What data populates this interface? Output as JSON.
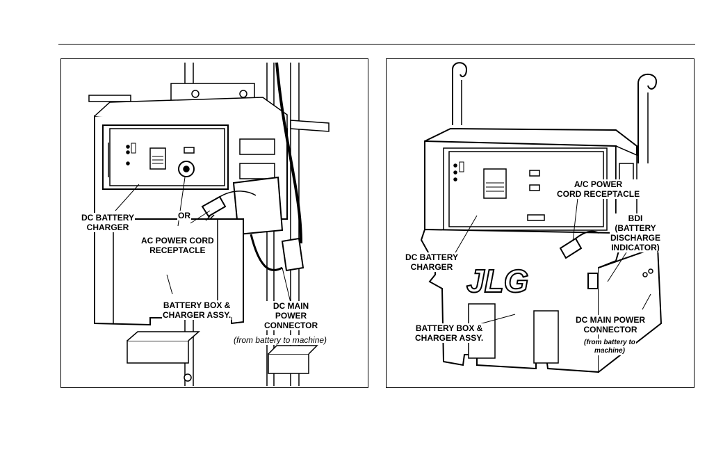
{
  "left_figure": {
    "dc_battery_charger": [
      "DC BATTERY",
      "CHARGER"
    ],
    "or": "OR",
    "ac_power_cord_receptacle": [
      "AC POWER CORD",
      "RECEPTACLE"
    ],
    "battery_box": [
      "BATTERY BOX &",
      "CHARGER ASSY."
    ],
    "dc_main_power_connector": [
      "DC MAIN",
      "POWER",
      "CONNECTOR"
    ],
    "from_battery_note": "(from battery to machine)"
  },
  "right_figure": {
    "ac_power_cord_receptacle": [
      "A/C POWER",
      "CORD RECEPTACLE"
    ],
    "bdi": [
      "BDI",
      "(BATTERY",
      "DISCHARGE",
      "INDICATOR)"
    ],
    "dc_battery_charger": [
      "DC BATTERY",
      "CHARGER"
    ],
    "battery_box": [
      "BATTERY BOX &",
      "CHARGER ASSY."
    ],
    "dc_main_power_connector": [
      "DC MAIN POWER",
      "CONNECTOR"
    ],
    "from_battery_note": [
      "(from battery to",
      "machine)"
    ],
    "logo_text": "JLG"
  }
}
